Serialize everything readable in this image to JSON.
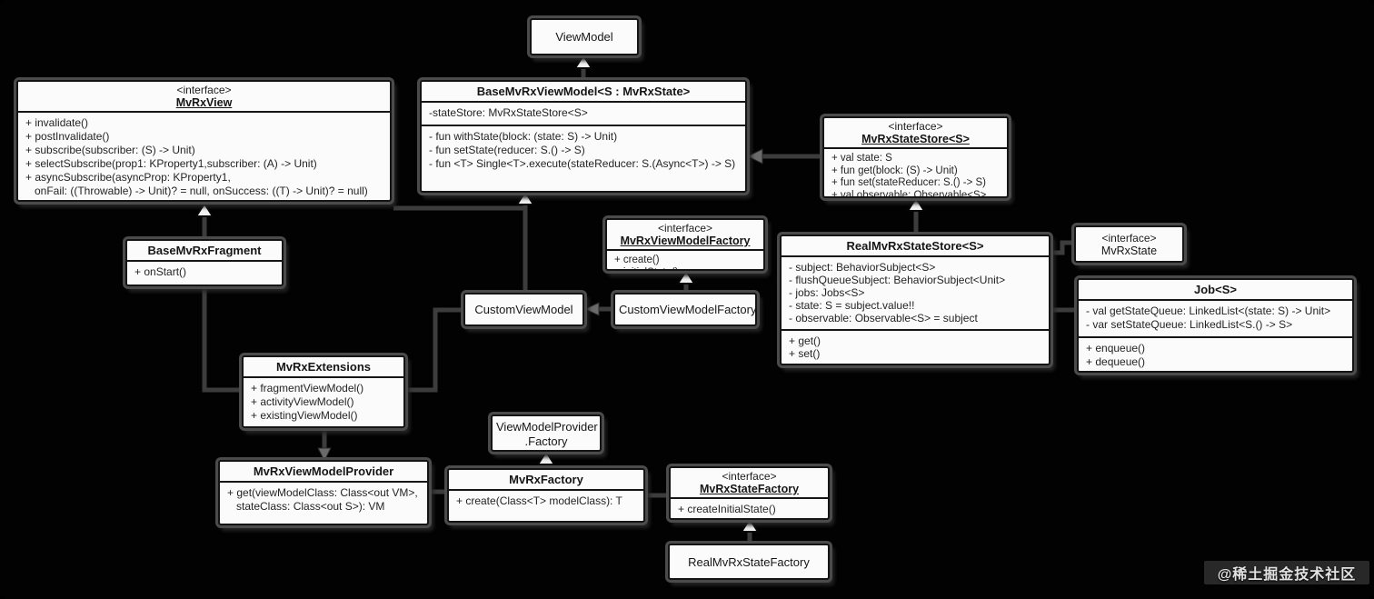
{
  "watermark": {
    "text": "@稀土掘金技术社区"
  },
  "classes": [
    {
      "id": "viewmodel",
      "stereotype": "",
      "name": "ViewModel",
      "sections": []
    },
    {
      "id": "mvrxview",
      "stereotype": "<interface>",
      "name": "MvRxView",
      "sections": [
        [
          "+ invalidate()",
          "+ postInvalidate()",
          "+ subscribe(subscriber: (S) -> Unit)",
          "+ selectSubscribe(prop1: KProperty1,subscriber: (A) -> Unit)",
          "+ asyncSubscribe(asyncProp: KProperty1,",
          "   onFail: ((Throwable) -> Unit)? = null, onSuccess: ((T) -> Unit)? = null)"
        ]
      ]
    },
    {
      "id": "basemvrxviewmodel",
      "stereotype": "",
      "name": "BaseMvRxViewModel<S : MvRxState>",
      "sections": [
        [
          "-stateStore: MvRxStateStore<S>"
        ],
        [
          "- fun withState(block: (state: S) -> Unit)",
          "- fun setState(reducer: S.() -> S)",
          "- fun <T> Single<T>.execute(stateReducer: S.(Async<T>) -> S)"
        ]
      ]
    },
    {
      "id": "mvrxstatestore",
      "stereotype": "<interface>",
      "name": "MvRxStateStore<S>",
      "sections": [
        [
          "+ val state: S",
          "+ fun get(block: (S) -> Unit)",
          "+ fun set(stateReducer: S.() -> S)",
          "+ val observable: Observable<S>"
        ]
      ]
    },
    {
      "id": "basemvrxfragment",
      "stereotype": "",
      "name": "BaseMvRxFragment",
      "sections": [
        [
          "+ onStart()"
        ]
      ]
    },
    {
      "id": "mvrxviewmodelfactory",
      "stereotype": "<interface>",
      "name": "MvRxViewModelFactory",
      "sections": [
        [
          "+ create()",
          "+ initialState()"
        ]
      ]
    },
    {
      "id": "customviewmodel",
      "stereotype": "",
      "name": "CustomViewModel",
      "sections": []
    },
    {
      "id": "customviewmodelfactory",
      "stereotype": "",
      "name": "CustomViewModelFactory",
      "sections": []
    },
    {
      "id": "realmvrxstatestore",
      "stereotype": "",
      "name": "RealMvRxStateStore<S>",
      "sections": [
        [
          "- subject: BehaviorSubject<S>",
          "- flushQueueSubject: BehaviorSubject<Unit>",
          "- jobs: Jobs<S>",
          "- state: S = subject.value!!",
          "- observable: Observable<S> = subject"
        ],
        [
          "+ get()",
          "+ set()"
        ]
      ]
    },
    {
      "id": "mvrxstate",
      "stereotype": "<interface>",
      "name": "MvRxState",
      "sections": []
    },
    {
      "id": "job",
      "stereotype": "",
      "name": "Job<S>",
      "sections": [
        [
          "- val getStateQueue: LinkedList<(state: S) -> Unit>",
          "- var setStateQueue: LinkedList<S.() -> S>"
        ],
        [
          "+ enqueue()",
          "+ dequeue()"
        ]
      ]
    },
    {
      "id": "mvrxextensions",
      "stereotype": "",
      "name": "MvRxExtensions",
      "sections": [
        [
          "+ fragmentViewModel()",
          "+ activityViewModel()",
          "+ existingViewModel()"
        ]
      ]
    },
    {
      "id": "viewmodelprovider-factory",
      "stereotype": "",
      "name": "ViewModelProvider",
      "name2": ".Factory",
      "sections": []
    },
    {
      "id": "mvrxviewmodelprovider",
      "stereotype": "",
      "name": "MvRxViewModelProvider",
      "sections": [
        [
          "+ get(viewModelClass: Class<out VM>,",
          "   stateClass: Class<out S>): VM"
        ]
      ]
    },
    {
      "id": "mvrxfactory",
      "stereotype": "",
      "name": "MvRxFactory",
      "sections": [
        [
          "+ create(Class<T> modelClass): T"
        ]
      ]
    },
    {
      "id": "mvrxstatefactory",
      "stereotype": "<interface>",
      "name": "MvRxStateFactory",
      "sections": [
        [
          "+ createInitialState()"
        ]
      ]
    },
    {
      "id": "realmvrxstatefactory",
      "stereotype": "",
      "name": "RealMvRxStateFactory",
      "sections": []
    }
  ]
}
